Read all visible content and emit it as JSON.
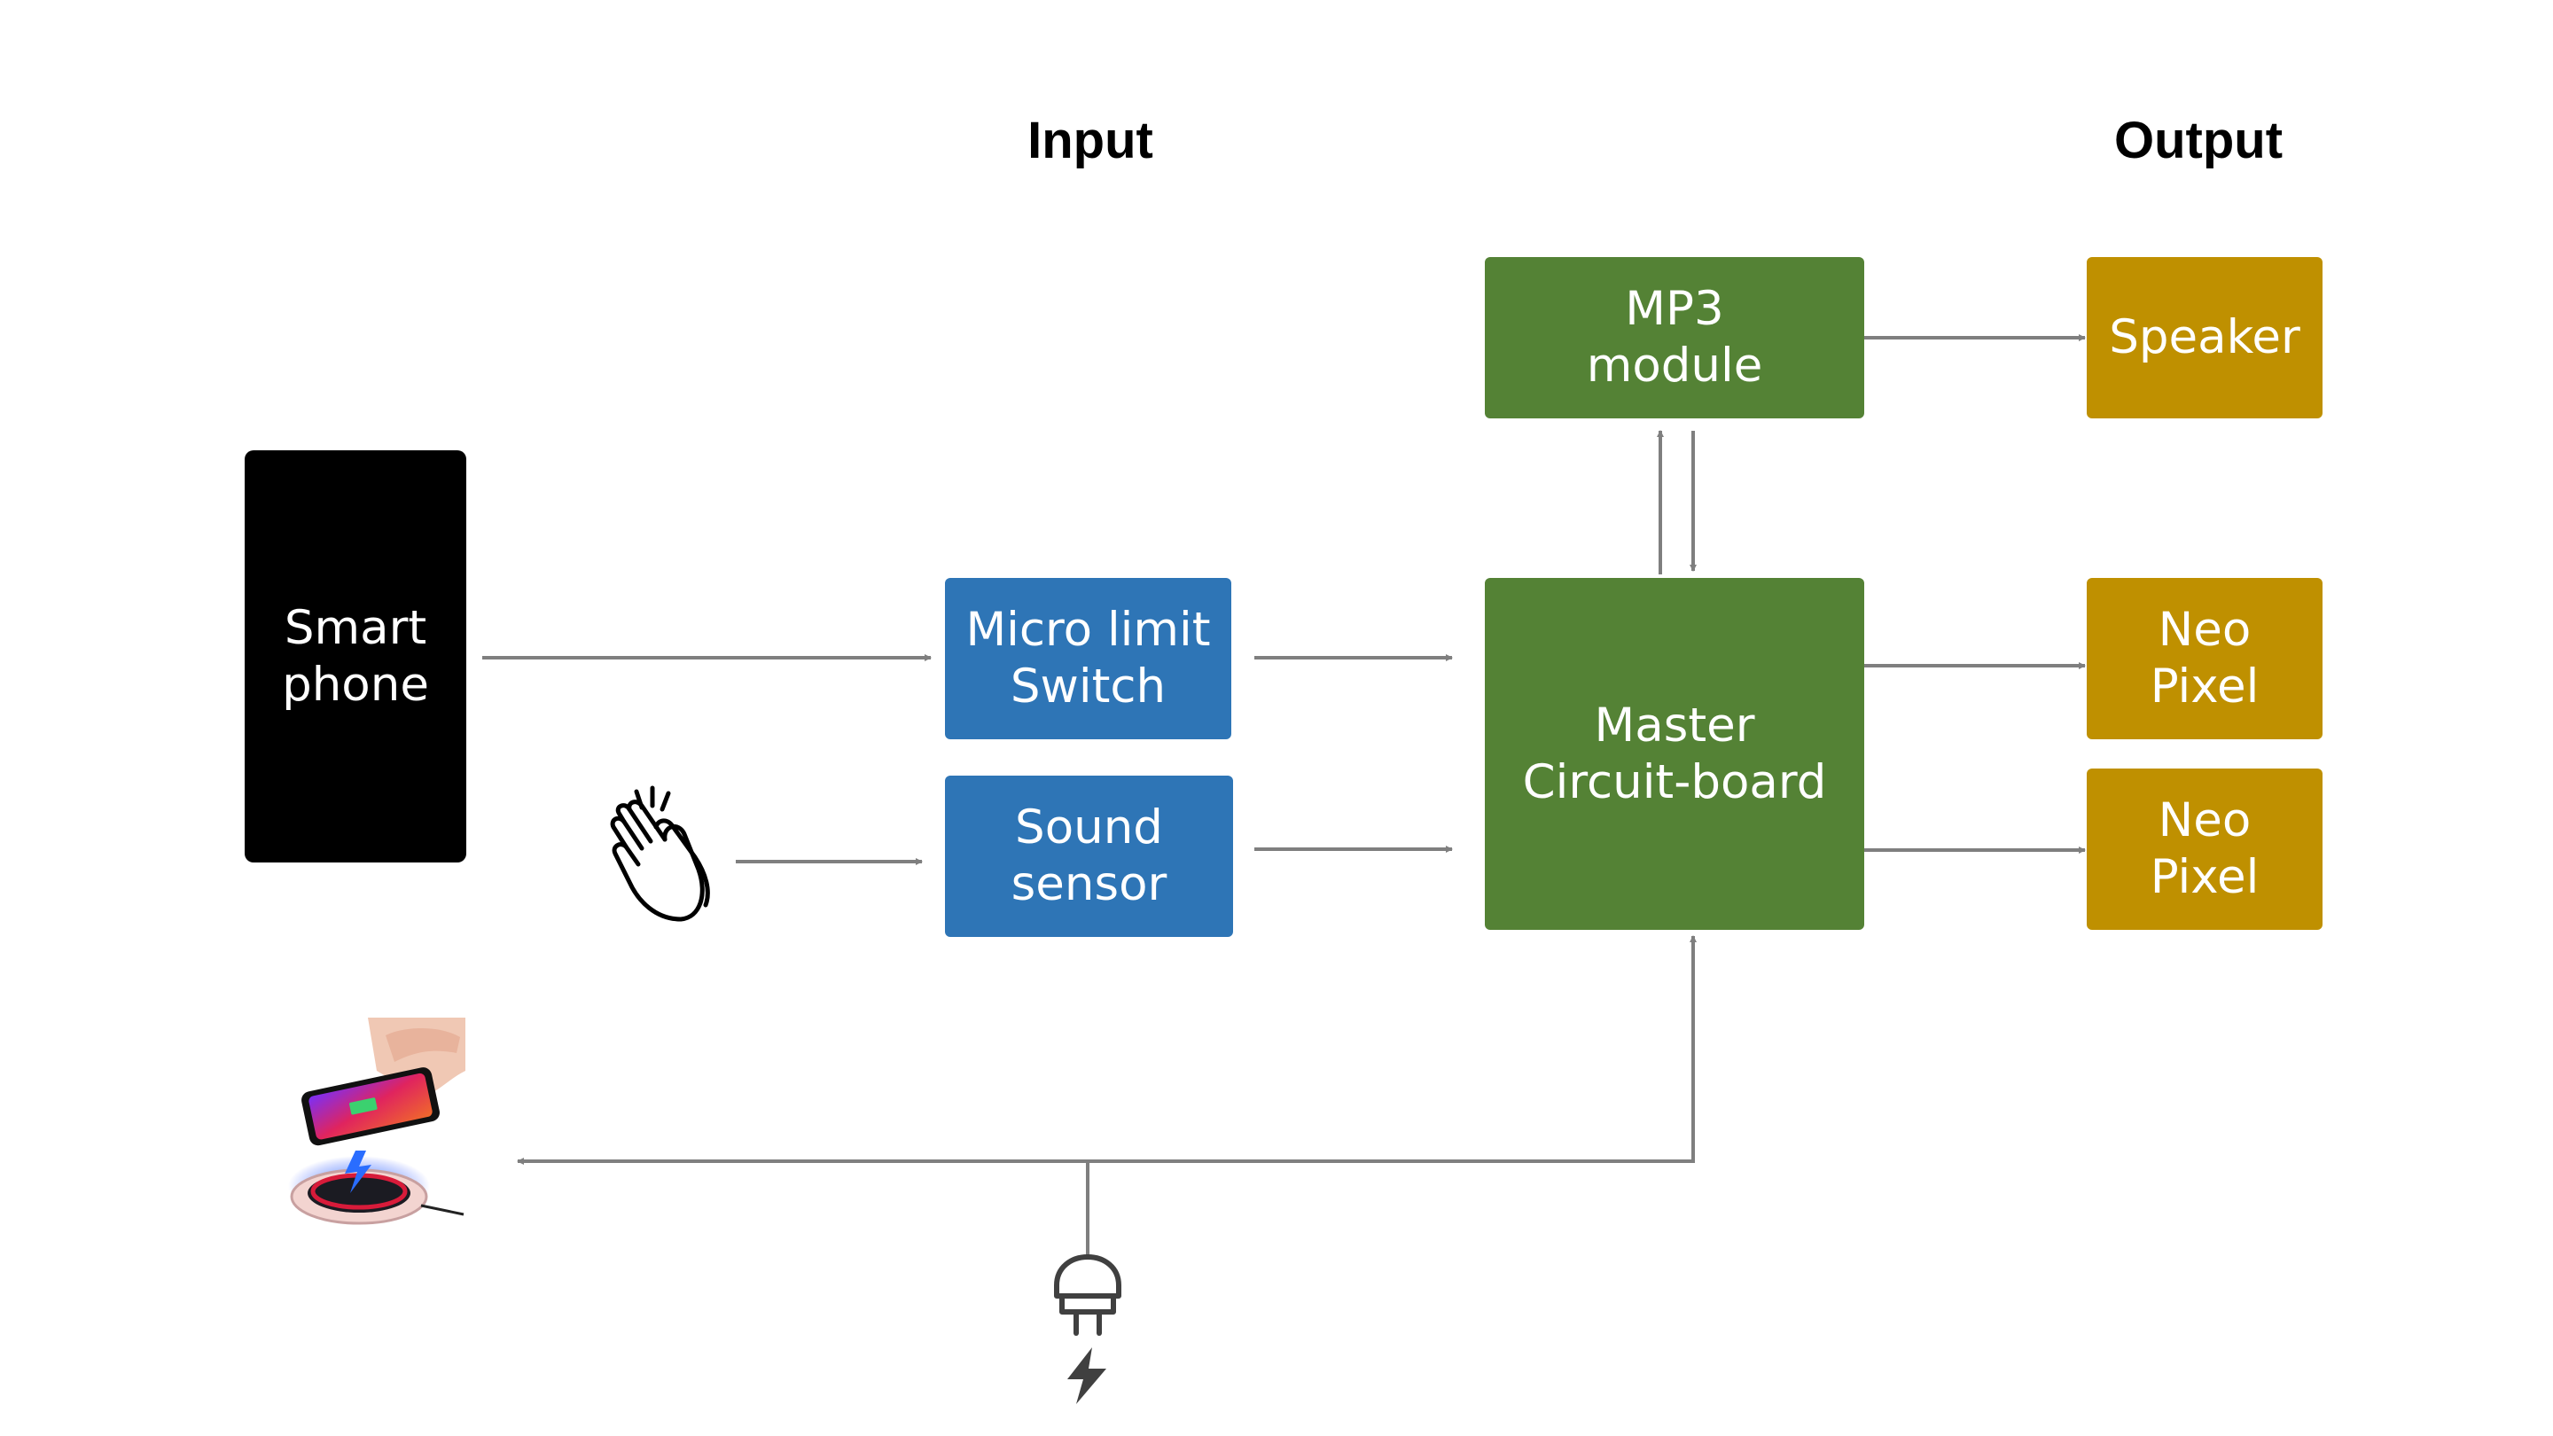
{
  "headings": {
    "input": "Input",
    "output": "Output"
  },
  "nodes": {
    "smartphone": {
      "line1": "Smart",
      "line2": "phone"
    },
    "micro_switch": {
      "line1": "Micro limit",
      "line2": "Switch"
    },
    "sound_sensor": {
      "line1": "Sound",
      "line2": "sensor"
    },
    "mp3": {
      "line1": "MP3",
      "line2": "module"
    },
    "master": {
      "line1": "Master",
      "line2": "Circuit-board"
    },
    "speaker": {
      "line1": "Speaker"
    },
    "neopixel_1": {
      "line1": "Neo",
      "line2": "Pixel"
    },
    "neopixel_2": {
      "line1": "Neo",
      "line2": "Pixel"
    }
  },
  "icons": {
    "clap": "clapping-hands-icon",
    "charger": "wireless-charger-icon",
    "plug": "power-plug-icon",
    "bolt": "lightning-bolt-icon"
  },
  "colors": {
    "input_blocks": "#2e75b6",
    "controller_blocks": "#548235",
    "output_blocks": "#bf9000",
    "smartphone": "#000000",
    "arrows": "#7f7f7f"
  }
}
